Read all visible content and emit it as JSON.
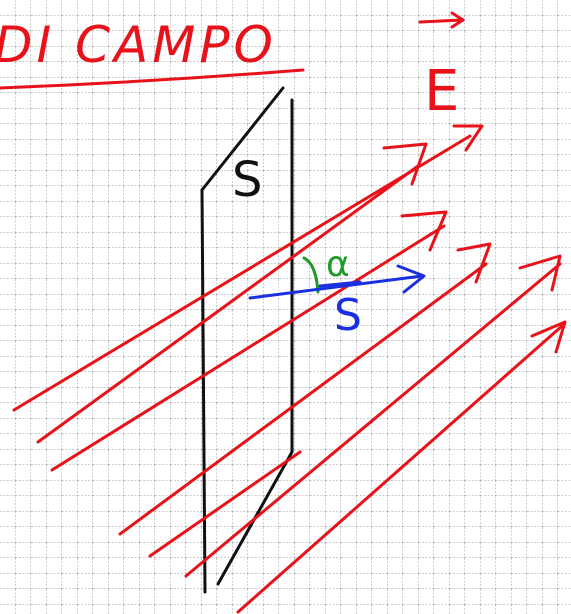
{
  "heading_text": "DI CAMPO",
  "labels": {
    "field_vector": "E",
    "surface": "S",
    "normal_vector": "S",
    "angle": "α"
  },
  "colors": {
    "grid": "#9a9a9a",
    "field": "#e8121a",
    "surface": "#111111",
    "normal": "#1a2fe0",
    "angle": "#1f9a2a"
  }
}
